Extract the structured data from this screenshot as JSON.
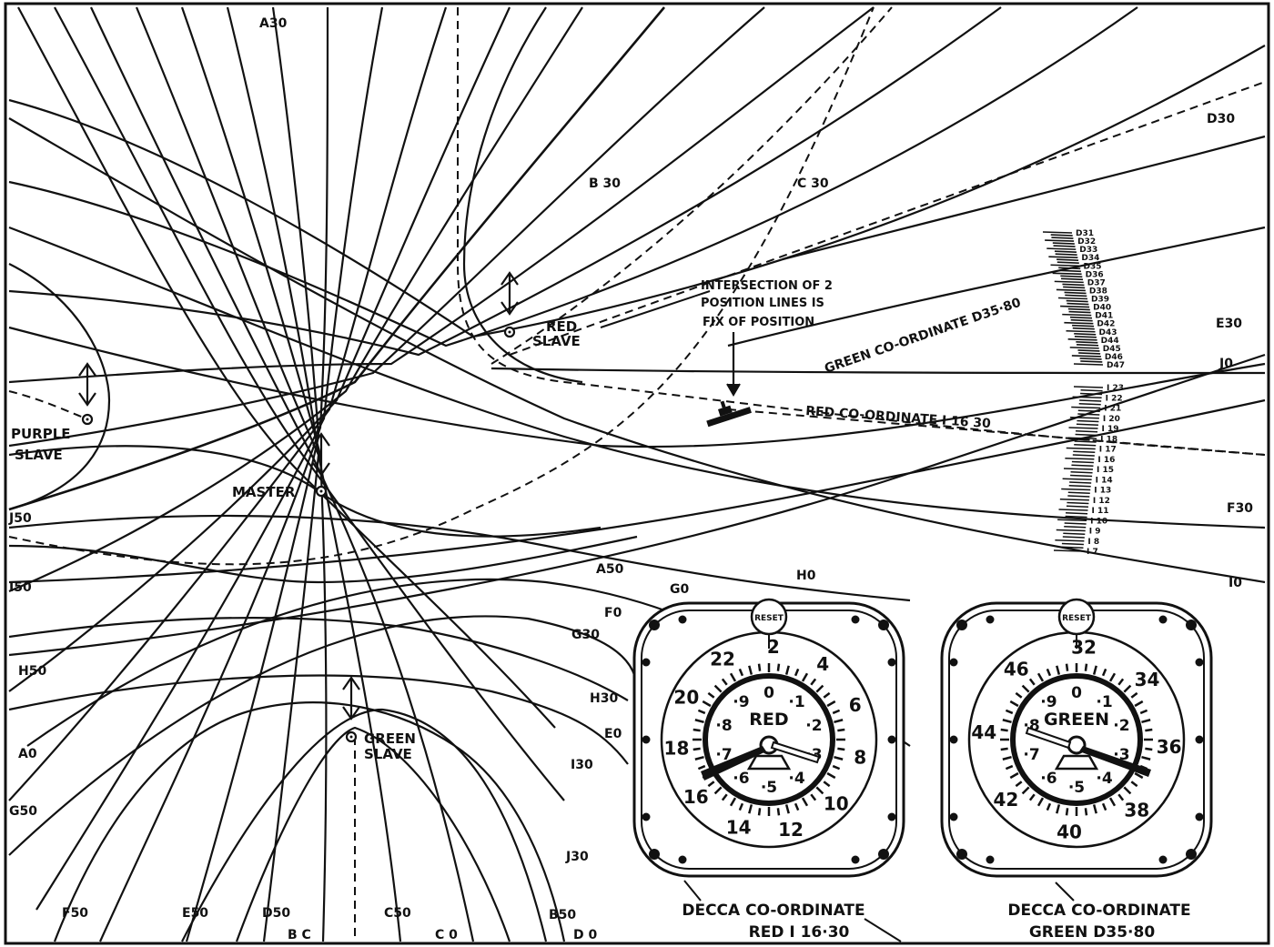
{
  "stations": {
    "red_slave": [
      "RED",
      "SLAVE"
    ],
    "purple_slave": [
      "PURPLE",
      "SLAVE"
    ],
    "master": "MASTER",
    "green_slave": [
      "GREEN",
      "SLAVE"
    ]
  },
  "annotation": {
    "fix_text": [
      "INTERSECTION OF 2",
      "POSITION LINES IS",
      "FIX OF POSITION"
    ],
    "green_coordinate": "GREEN CO-ORDINATE D35·80",
    "red_coordinate": "RED CO-ORDINATE  I 16 30"
  },
  "lane_labels": [
    {
      "id": "a30",
      "text": "A30"
    },
    {
      "id": "b30",
      "text": "B 30"
    },
    {
      "id": "c30",
      "text": "C 30"
    },
    {
      "id": "d30",
      "text": "D30"
    },
    {
      "id": "e30",
      "text": "E30"
    },
    {
      "id": "j0",
      "text": "J0"
    },
    {
      "id": "f30",
      "text": "F30"
    },
    {
      "id": "i0",
      "text": "I0"
    },
    {
      "id": "j50",
      "text": "J50"
    },
    {
      "id": "i50",
      "text": "I50"
    },
    {
      "id": "a50",
      "text": "A50"
    },
    {
      "id": "g0",
      "text": "G0"
    },
    {
      "id": "h0",
      "text": "H0"
    },
    {
      "id": "f0",
      "text": "F0"
    },
    {
      "id": "g30",
      "text": "G30"
    },
    {
      "id": "h50",
      "text": "H50"
    },
    {
      "id": "h30",
      "text": "H30"
    },
    {
      "id": "e0",
      "text": "E0"
    },
    {
      "id": "a0",
      "text": "A0"
    },
    {
      "id": "i30",
      "text": "I30"
    },
    {
      "id": "g50",
      "text": "G50"
    },
    {
      "id": "j30",
      "text": "J30"
    },
    {
      "id": "f50",
      "text": "F50"
    },
    {
      "id": "e50",
      "text": "E50"
    },
    {
      "id": "d50",
      "text": "D50"
    },
    {
      "id": "c50",
      "text": "C50"
    },
    {
      "id": "b50",
      "text": "B50"
    },
    {
      "id": "bc",
      "text": "B C"
    },
    {
      "id": "c0",
      "text": "C 0"
    },
    {
      "id": "d0",
      "text": "D 0"
    }
  ],
  "scales": {
    "green_scale": [
      "D31",
      "D32",
      "D33",
      "D34",
      "D35",
      "D36",
      "D37",
      "D38",
      "D39",
      "D40",
      "D41",
      "D42",
      "D43",
      "D44",
      "D45",
      "D46",
      "D47"
    ],
    "red_scale": [
      "I 23",
      "I 22",
      "I 21",
      "I 20",
      "I 19",
      "I 18",
      "I 17",
      "I 16",
      "I 15",
      "I 14",
      "I 13",
      "I 12",
      "I 11",
      "I 10",
      "I 9",
      "I 8",
      "I 7"
    ]
  },
  "meters": {
    "red": {
      "reset": "RESET",
      "name": "RED",
      "outer_numbers": [
        "22",
        "2",
        "4",
        "6",
        "8",
        "10",
        "12",
        "14",
        "16",
        "18",
        "20"
      ],
      "inner_numbers": [
        "·9",
        "0",
        "·1",
        "·2",
        "·3",
        "·4",
        "·5",
        "·6",
        "·7",
        "·8"
      ],
      "caption": [
        "DECCA CO-ORDINATE",
        "RED I 16·30"
      ],
      "reading": "I 16·30"
    },
    "green": {
      "reset": "RESET",
      "name": "GREEN",
      "outer_numbers": [
        "46",
        "32",
        "34",
        "36",
        "38",
        "40",
        "42",
        "44"
      ],
      "inner_numbers": [
        "·9",
        "0",
        "·1",
        "·2",
        "·3",
        "·4",
        "·5",
        "·6",
        "·7",
        "·8"
      ],
      "caption": [
        "DECCA CO-ORDINATE",
        "GREEN D35·80"
      ],
      "reading": "D35·80"
    }
  }
}
